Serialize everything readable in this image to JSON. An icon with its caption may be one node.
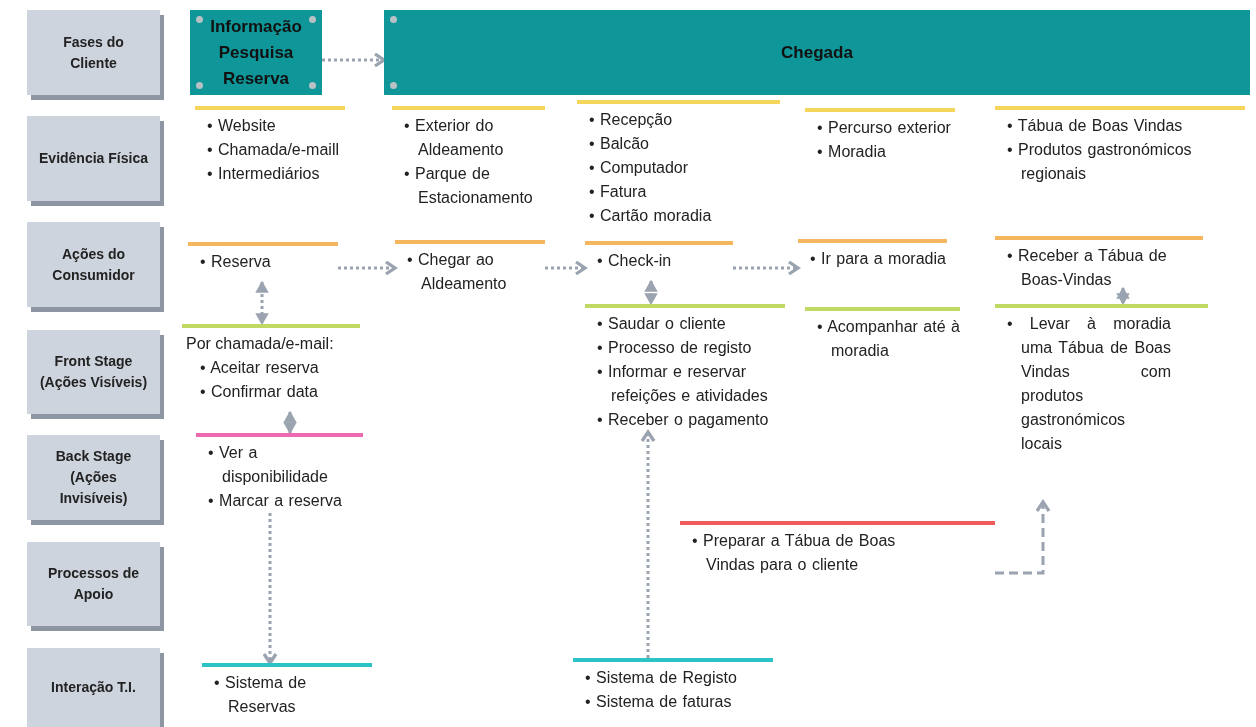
{
  "diagram": {
    "nodes": [
      {
        "text": [
          "Fases do Cliente"
        ]
      },
      {
        "text": [
          "Evidência Física"
        ]
      },
      {
        "text": [
          "Ações do Consumidor"
        ]
      },
      {
        "text": [
          "Front Stage (Ações Visíveis)"
        ]
      },
      {
        "text": [
          "Back Stage (Ações Invisíveis)"
        ]
      },
      {
        "text": [
          "Processos de Apoio"
        ]
      },
      {
        "text": [
          "Interação T.I."
        ]
      },
      {
        "text": [
          "Informação Pesquisa Reserva"
        ]
      },
      {
        "text": [
          "Chegada"
        ]
      },
      {
        "text": [
          "• Website",
          "• Chamada/e-maill",
          "• Intermediários"
        ]
      },
      {
        "text": [
          "• Exterior do Aldeamento",
          "• Parque de Estacionamento"
        ]
      },
      {
        "text": [
          "• Recepção",
          "• Balcão",
          "• Computador",
          "• Fatura",
          "• Cartão moradia"
        ]
      },
      {
        "text": [
          "• Percurso exterior",
          "• Moradia"
        ]
      },
      {
        "text": [
          "• Tábua de Boas Vindas",
          "• Produtos gastronómicos regionais"
        ]
      },
      {
        "text": [
          "• Reserva"
        ]
      },
      {
        "text": [
          "• Chegar ao Aldeamento"
        ]
      },
      {
        "text": [
          "• Check-in"
        ]
      },
      {
        "text": [
          "• Ir para a moradia"
        ]
      },
      {
        "text": [
          "• Receber a Tábua de Boas-Vindas"
        ]
      },
      {
        "text": [
          "Por chamada/e-mail:",
          "• Aceitar reserva",
          "• Confirmar data"
        ]
      },
      {
        "text": [
          "• Saudar o cliente",
          "• Processo de registo",
          "• Informar e reservar refeições e atividades",
          "• Receber o pagamento"
        ]
      },
      {
        "text": [
          "• Acompanhar até à moradia"
        ]
      },
      {
        "text": [
          "• Levar à moradia uma Tábua de Boas Vindas com produtos gastronómicos locais"
        ]
      },
      {
        "text": [
          "• Ver a disponibilidade",
          "• Marcar a reserva"
        ]
      },
      {
        "text": [
          "• Preparar a Tábua de Boas Vindas para o cliente"
        ]
      },
      {
        "text": [
          "• Sistema de Reservas"
        ]
      },
      {
        "text": [
          "• Sistema de Registo",
          "• Sistema de faturas"
        ]
      }
    ],
    "edges": [
      {
        "from": 7,
        "to": 8,
        "arrow": "to"
      },
      {
        "from": 14,
        "to": 15,
        "arrow": "to"
      },
      {
        "from": 15,
        "to": 16,
        "arrow": "to"
      },
      {
        "from": 16,
        "to": 17,
        "arrow": "to"
      },
      {
        "from": 14,
        "to": 19,
        "arrow": "both"
      },
      {
        "from": 19,
        "to": 23,
        "arrow": "both"
      },
      {
        "from": 16,
        "to": 20,
        "arrow": "both"
      },
      {
        "from": 18,
        "to": 22,
        "arrow": "both"
      },
      {
        "from": 23,
        "to": 25,
        "arrow": "to"
      },
      {
        "from": 26,
        "to": 20,
        "arrow": "to"
      },
      {
        "from": 24,
        "to": 22,
        "arrow": "to",
        "style": "dashed"
      }
    ]
  }
}
